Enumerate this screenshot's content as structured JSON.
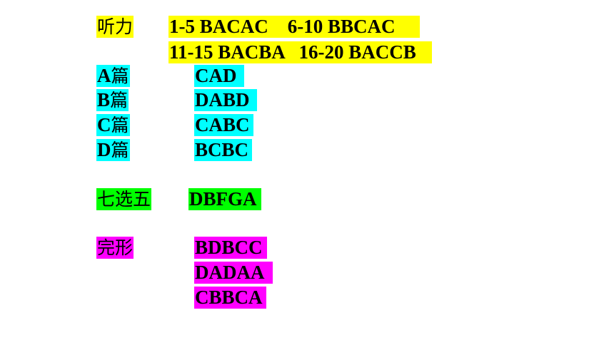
{
  "colors": {
    "listening": "#ffff00",
    "reading": "#00ffff",
    "seven_choose_five": "#00ff00",
    "cloze": "#ff00ff"
  },
  "listening": {
    "label": "听力",
    "line1": "1-5 BACAC    6-10 BBCAC",
    "line2": "11-15 BACBA   16-20 BACCB"
  },
  "reading": {
    "a": {
      "letter": "A",
      "suffix": "篇",
      "answer": "CAD"
    },
    "b": {
      "letter": "B",
      "suffix": "篇",
      "answer": "DABD"
    },
    "c": {
      "letter": "C",
      "suffix": "篇",
      "answer": "CABC"
    },
    "d": {
      "letter": "D",
      "suffix": "篇",
      "answer": "BCBC"
    }
  },
  "seven_choose_five": {
    "label": "七选五",
    "answer": "DBFGA"
  },
  "cloze": {
    "label": "完形",
    "line1": "BDBCC",
    "line2": "DADAA",
    "line3": "CBBCA"
  }
}
